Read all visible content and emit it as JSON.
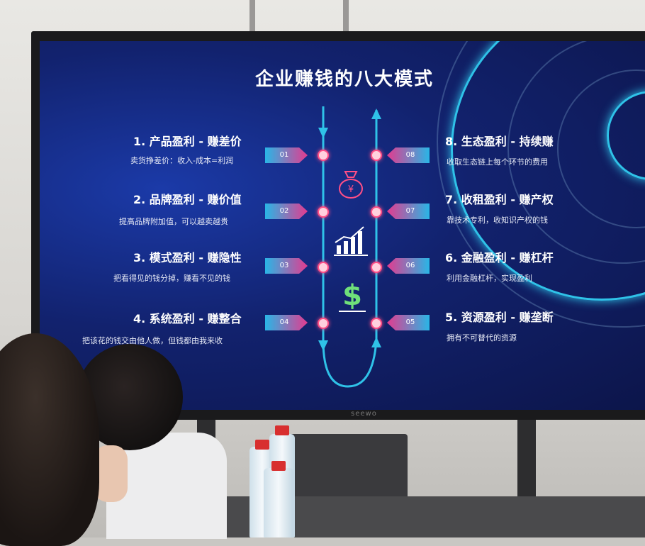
{
  "slide": {
    "title": "企业赚钱的八大模式",
    "left_items": [
      {
        "title": "1. 产品盈利 - 赚差价",
        "desc": "卖货挣差价：收入-成本=利润",
        "tag": "01"
      },
      {
        "title": "2. 品牌盈利 - 赚价值",
        "desc": "提高品牌附加值，可以越卖越贵",
        "tag": "02"
      },
      {
        "title": "3. 模式盈利 - 赚隐性",
        "desc": "把看得见的钱分掉，赚看不见的钱",
        "tag": "03"
      },
      {
        "title": "4. 系统盈利 - 赚整合",
        "desc": "把该花的钱交由他人做，但钱都由我来收",
        "tag": "04"
      }
    ],
    "right_items": [
      {
        "title": "8. 生态盈利 - 持续赚",
        "desc": "收取生态链上每个环节的费用",
        "tag": "08"
      },
      {
        "title": "7. 收租盈利 - 赚产权",
        "desc": "靠技术专利，收知识产权的钱",
        "tag": "07"
      },
      {
        "title": "6. 金融盈利 - 赚杠杆",
        "desc": "利用金融杠杆，实现盈利",
        "tag": "06"
      },
      {
        "title": "5. 资源盈利 - 赚垄断",
        "desc": "拥有不可替代的资源",
        "tag": "05"
      }
    ],
    "icons": [
      "money-bag-icon",
      "bar-chart-icon",
      "dollar-icon"
    ]
  },
  "tv_brand": "seewo",
  "colors": {
    "accent_cyan": "#2fc2e8",
    "accent_pink": "#ff4f86",
    "screen_bg": "#12226e"
  }
}
